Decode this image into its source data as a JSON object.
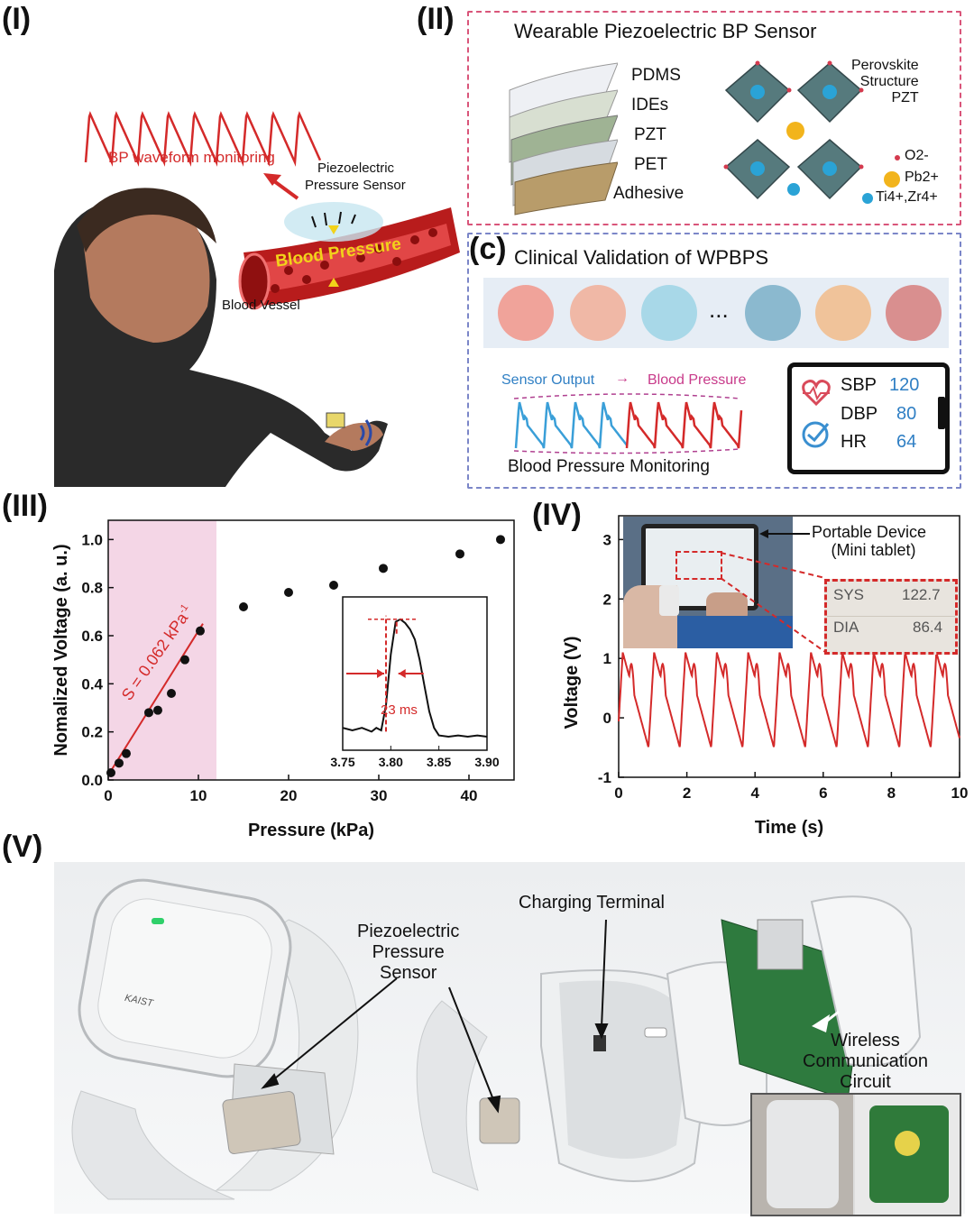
{
  "panels": {
    "p1": {
      "label": "(I)",
      "waveform_caption": "BP waveform monitoring",
      "sensor_caption_1": "Piezoelectric",
      "sensor_caption_2": "Pressure Sensor",
      "vessel_text": "Blood Pressure",
      "vessel_label": "Blood Vessel"
    },
    "p2": {
      "label": "(II)",
      "title": "Wearable Piezoelectric BP Sensor",
      "layers": [
        "PDMS",
        "IDEs",
        "PZT",
        "PET",
        "Adhesive"
      ],
      "perovskite_title": [
        "Perovskite",
        "Structure",
        "PZT"
      ],
      "legend": [
        "O2-",
        "Pb2+",
        "Ti4+,Zr4+"
      ]
    },
    "pc": {
      "label": "(c)",
      "title": "Clinical Validation of WPBPS",
      "ellipsis": "...",
      "sensor_output": "Sensor Output",
      "arrow": "→",
      "blood_pressure": "Blood Pressure",
      "monitoring": "Blood Pressure Monitoring",
      "readout": [
        {
          "name": "SBP",
          "value": "120"
        },
        {
          "name": "DBP",
          "value": "80"
        },
        {
          "name": "HR",
          "value": "64"
        }
      ]
    },
    "p3": {
      "label": "(III)",
      "slope": "S = 0.062 kPa",
      "slope_sup": "-1",
      "inset_annotation": "23 ms"
    },
    "p4": {
      "label": "(IV)",
      "device_caption_1": "Portable Device",
      "device_caption_2": "(Mini tablet)",
      "sys_label": "SYS",
      "sys_value": "122.7",
      "dia_label": "DIA",
      "dia_value": "86.4"
    },
    "p5": {
      "label": "(V)",
      "sensor_caption": [
        "Piezoelectric",
        "Pressure",
        "Sensor"
      ],
      "charging": "Charging Terminal",
      "wireless": [
        "Wireless",
        "Communication",
        "Circuit"
      ],
      "brand": "KAIST"
    }
  },
  "colors": {
    "red": "#d42a2a",
    "pink_box": "#d9557a",
    "blue_box": "#7b86c8",
    "blue": "#2f7fc4",
    "shade": "#f4d6e6"
  },
  "chart_data": [
    {
      "type": "scatter",
      "title": "",
      "xlabel": "Pressure (kPa)",
      "ylabel": "Nomalized Voltage (a. u.)",
      "xlim": [
        0,
        45
      ],
      "ylim": [
        0,
        1.08
      ],
      "xticks": [
        0,
        10,
        20,
        30,
        40
      ],
      "yticks": [
        0.0,
        0.2,
        0.4,
        0.6,
        0.8,
        1.0
      ],
      "shaded_region_x": [
        0,
        12
      ],
      "grid": false,
      "series": [
        {
          "x": [
            0.3,
            1.2,
            2.0,
            4.5,
            5.5,
            7.0,
            8.5,
            10.2,
            15,
            20,
            25,
            30.5,
            39,
            43.5
          ],
          "y": [
            0.03,
            0.07,
            0.11,
            0.28,
            0.29,
            0.36,
            0.5,
            0.62,
            0.72,
            0.78,
            0.81,
            0.88,
            0.94,
            1.0
          ]
        }
      ],
      "fit_line": {
        "x": [
          0,
          10.5
        ],
        "y": [
          0.02,
          0.65
        ]
      },
      "inset": {
        "xlim": [
          3.75,
          3.9
        ],
        "xticks": [
          "3.75",
          "3.80",
          "3.85",
          "3.90"
        ],
        "x": [
          3.75,
          3.76,
          3.77,
          3.78,
          3.785,
          3.79,
          3.795,
          3.8,
          3.805,
          3.81,
          3.815,
          3.82,
          3.825,
          3.83,
          3.835,
          3.84,
          3.845,
          3.85,
          3.86,
          3.87,
          3.88,
          3.89,
          3.9
        ],
        "y": [
          0.12,
          0.1,
          0.12,
          0.09,
          0.12,
          0.1,
          0.3,
          0.7,
          0.96,
          0.98,
          0.95,
          0.9,
          0.82,
          0.66,
          0.45,
          0.25,
          0.12,
          0.06,
          0.05,
          0.06,
          0.05,
          0.06,
          0.05
        ]
      }
    },
    {
      "type": "line",
      "title": "",
      "xlabel": "Time (s)",
      "ylabel": "Voltage (V)",
      "xlim": [
        0,
        10
      ],
      "ylim": [
        -1,
        3.4
      ],
      "xticks": [
        0,
        2,
        4,
        6,
        8,
        10
      ],
      "yticks": [
        -1,
        0,
        1,
        2,
        3
      ],
      "grid": false,
      "series": [
        {
          "period_s": 0.92,
          "first_peak_s": 0.12,
          "peak_V": 1.1,
          "notch_V": 0.5,
          "trough_V": -0.5
        }
      ]
    }
  ]
}
